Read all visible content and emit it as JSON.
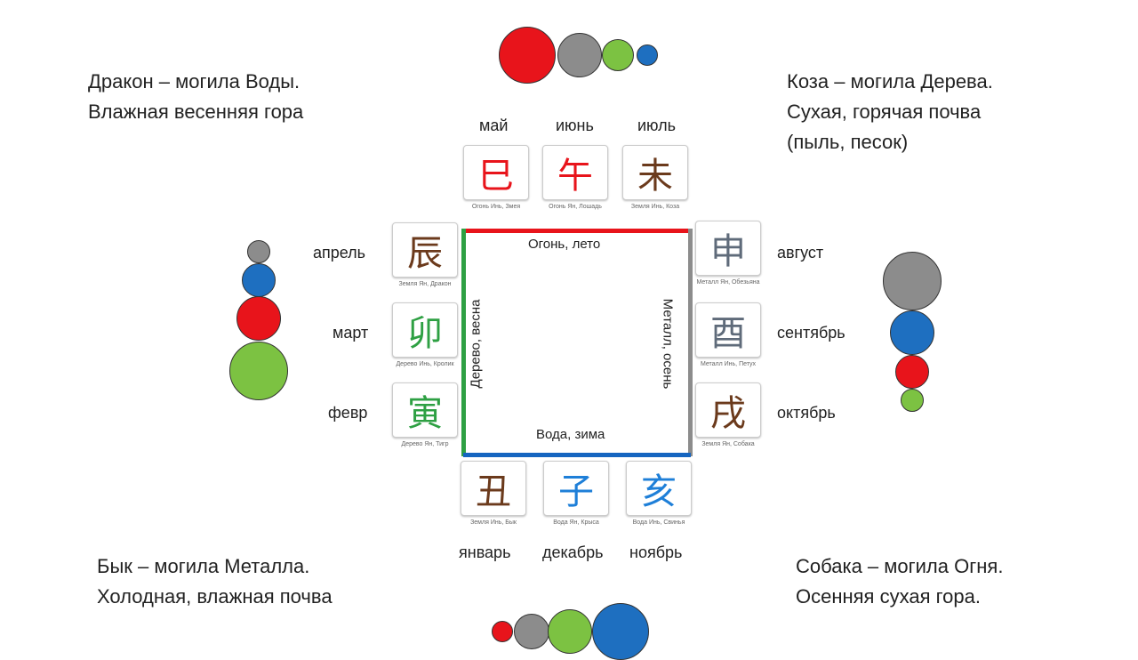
{
  "corners": {
    "top_left": [
      "Дракон – могила Воды.",
      "Влажная весенняя гора"
    ],
    "top_right": [
      "Коза – могила Дерева.",
      "Сухая, горячая почва",
      "(пыль, песок)"
    ],
    "bottom_left": [
      "Бык – могила Металла.",
      "Холодная, влажная почва"
    ],
    "bottom_right": [
      "Собака – могила Огня.",
      "Осенняя сухая гора."
    ]
  },
  "sides": {
    "top": "Огонь, лето",
    "left": "Дерево, весна",
    "right": "Металл, осень",
    "bottom": "Вода, зима"
  },
  "colors": {
    "fire": "#e8141b",
    "wood": "#2ea043",
    "metal": "#8c8c8c",
    "water": "#1565c0",
    "earth": "#6b3a1c",
    "green_circle": "#7cc242",
    "blue_circle": "#1e6fc0"
  },
  "cards": [
    {
      "char": "巳",
      "caption": "Огонь Инь, Змея",
      "month": "май"
    },
    {
      "char": "午",
      "caption": "Огонь Ян, Лошадь",
      "month": "июнь"
    },
    {
      "char": "未",
      "caption": "Земля Инь, Коза",
      "month": "июль"
    },
    {
      "char": "辰",
      "caption": "Земля Ян, Дракон",
      "month": "апрель"
    },
    {
      "char": "卯",
      "caption": "Дерево Инь, Кролик",
      "month": "март"
    },
    {
      "char": "寅",
      "caption": "Дерево Ян, Тигр",
      "month": "февр"
    },
    {
      "char": "申",
      "caption": "Металл Ян, Обезьяна",
      "month": "август"
    },
    {
      "char": "酉",
      "caption": "Металл Инь, Петух",
      "month": "сентябрь"
    },
    {
      "char": "戌",
      "caption": "Земля Ян, Собака",
      "month": "октябрь"
    },
    {
      "char": "丑",
      "caption": "Земля Инь, Бык",
      "month": "январь"
    },
    {
      "char": "子",
      "caption": "Вода Ян, Крыса",
      "month": "декабрь"
    },
    {
      "char": "亥",
      "caption": "Вода Инь, Свинья",
      "month": "ноябрь"
    }
  ]
}
